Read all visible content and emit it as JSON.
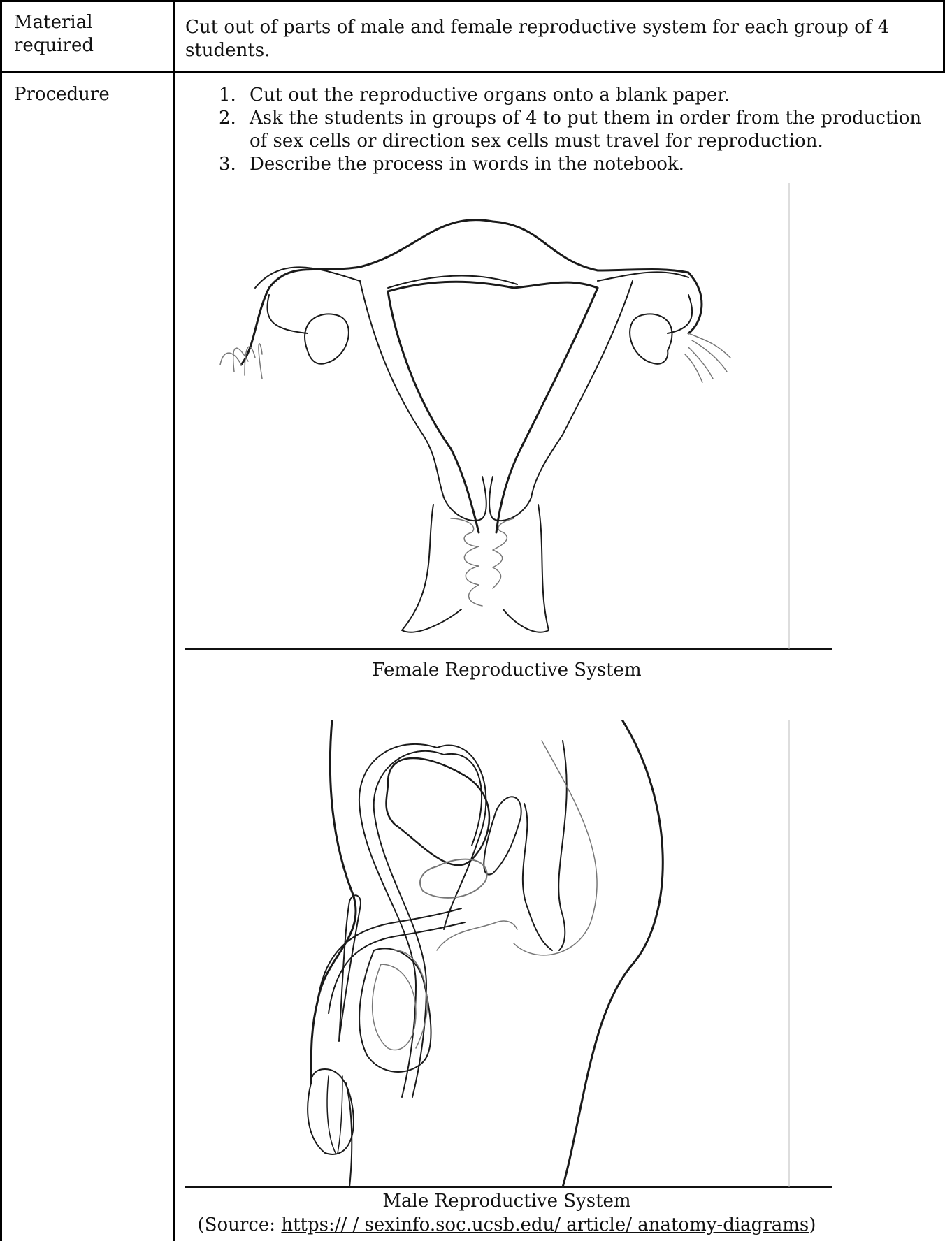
{
  "table": {
    "material": {
      "label_line1": "Material",
      "label_line2": "required",
      "text": "Cut out of parts of male and female reproductive system for each group of 4 students."
    },
    "procedure": {
      "label": "Procedure",
      "steps": [
        {
          "num": "1.",
          "text": "Cut out the reproductive organs onto a blank paper."
        },
        {
          "num": "2.",
          "text": "Ask the students in groups of 4 to put them in order from the production of sex cells or direction sex cells must travel for reproduction."
        },
        {
          "num": "3.",
          "text": "Describe the process in words in the notebook."
        }
      ],
      "female_caption": "Female Reproductive System",
      "male_caption": "Male Reproductive System",
      "source_prefix": "(Source: ",
      "source_url": "https:// / sexinfo.soc.ucsb.edu/ article/ anatomy-diagrams",
      "source_suffix": ")"
    }
  }
}
